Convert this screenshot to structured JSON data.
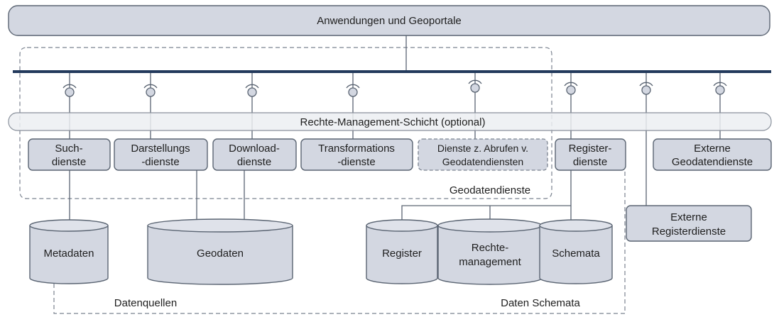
{
  "top_bar": {
    "label": "Anwendungen und Geoportale"
  },
  "rights_layer": {
    "label": "Rechte-Management-Schicht (optional)"
  },
  "services": [
    {
      "line1": "Such-",
      "line2": "dienste"
    },
    {
      "line1": "Darstellungs",
      "line2": "-dienste"
    },
    {
      "line1": "Download-",
      "line2": "dienste"
    },
    {
      "line1": "Transformations",
      "line2": "-dienste"
    },
    {
      "line1": "Dienste z. Abrufen v.",
      "line2": "Geodatendiensten"
    },
    {
      "line1": "Register-",
      "line2": "dienste"
    },
    {
      "line1": "Externe",
      "line2": "Geodatendienste"
    }
  ],
  "external_registry": {
    "line1": "Externe",
    "line2": "Registerdienste"
  },
  "group_labels": {
    "geodata_services": "Geodatendienste",
    "data_sources": "Datenquellen",
    "data_schemas": "Daten Schemata"
  },
  "data_stores": {
    "metadata": {
      "line1": "Metadaten"
    },
    "geodata": {
      "line1": "Geodaten"
    },
    "registry": {
      "line1": "Register"
    },
    "rights": {
      "line1": "Rechte-",
      "line2": "management"
    },
    "schemas": {
      "line1": "Schemata"
    }
  },
  "colors": {
    "box_fill": "#d3d7e1",
    "stroke": "#5a6472",
    "bus": "#233a5c"
  }
}
